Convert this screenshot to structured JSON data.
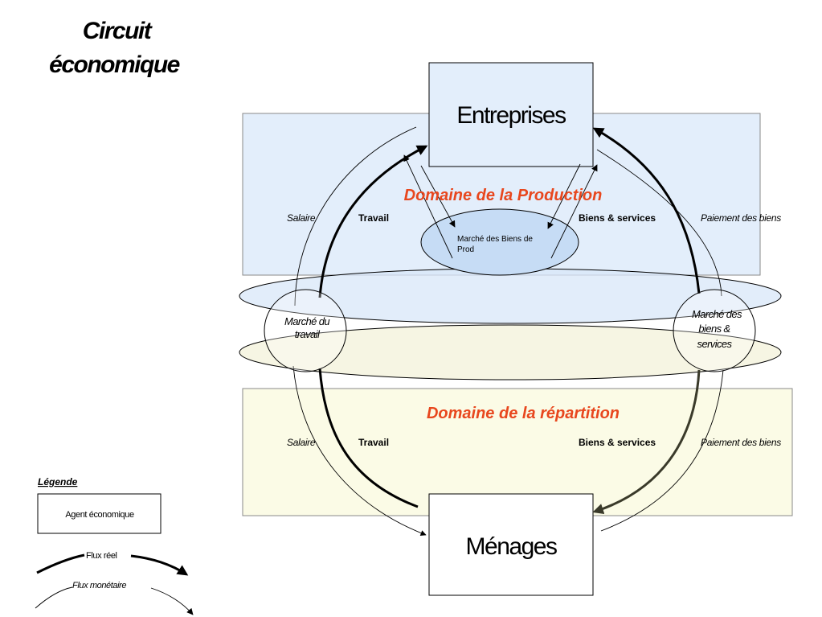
{
  "title": {
    "line1": "Circuit",
    "line2": "économique"
  },
  "agents": {
    "top": "Entreprises",
    "bottom": "Ménages"
  },
  "domains": {
    "production": "Domaine de la Production",
    "repartition": "Domaine de la  répartition"
  },
  "market_biens_prod": {
    "line1": "Marché des Biens de",
    "line2": "Prod"
  },
  "market_travail": {
    "line1": "Marché du",
    "line2": "travail"
  },
  "market_biens": {
    "line1": "Marché des",
    "line2": "biens &",
    "line3": "services"
  },
  "upper_flows": {
    "salaire": "Salaire",
    "travail": "Travail",
    "biens": "Biens & services",
    "paiement": "Paiement des biens"
  },
  "lower_flows": {
    "salaire": "Salaire",
    "travail": "Travail",
    "biens": "Biens & services",
    "paiement": "Paiement des biens"
  },
  "legend": {
    "heading": "Légende",
    "agent": "Agent économique",
    "real": "Flux réel",
    "monetary": "Flux monétaire"
  },
  "colors": {
    "production_fill": "#e3eefb",
    "repartition_fill": "#fbfbe6",
    "domain_text": "#e8471e",
    "ellipse_blue": "#d8e7f8",
    "ellipse_yellow": "#f3f2da",
    "inner_ellipse": "#c6dcf5"
  }
}
